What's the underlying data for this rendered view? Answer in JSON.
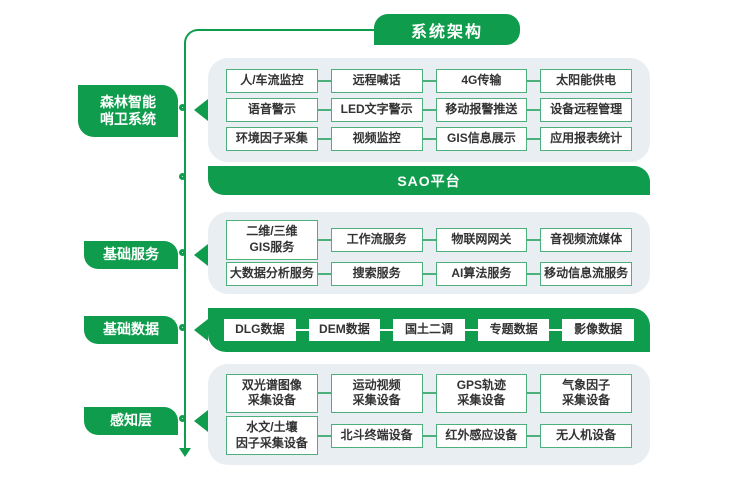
{
  "title": "系统架构",
  "sao_banner": "SAO平台",
  "sections": {
    "sentinel": {
      "label": "森林智能\n哨卫系统",
      "rows": [
        [
          "人/车流监控",
          "远程喊话",
          "4G传输",
          "太阳能供电"
        ],
        [
          "语音警示",
          "LED文字警示",
          "移动报警推送",
          "设备远程管理"
        ],
        [
          "环境因子采集",
          "视频监控",
          "GIS信息展示",
          "应用报表统计"
        ]
      ]
    },
    "services": {
      "label": "基础服务",
      "rows": [
        [
          "二维/三维\nGIS服务",
          "工作流服务",
          "物联网网关",
          "音视频流媒体"
        ],
        [
          "大数据分析服务",
          "搜索服务",
          "AI算法服务",
          "移动信息流服务"
        ]
      ]
    },
    "base_data": {
      "label": "基础数据",
      "cells": [
        "DLG数据",
        "DEM数据",
        "国土二调",
        "专题数据",
        "影像数据"
      ]
    },
    "perception": {
      "label": "感知层",
      "rows": [
        [
          "双光谱图像\n采集设备",
          "运动视频\n采集设备",
          "GPS轨迹\n采集设备",
          "气象因子\n采集设备"
        ],
        [
          "水文/土壤\n因子采集设备",
          "北斗终端设备",
          "红外感应设备",
          "无人机设备"
        ]
      ]
    }
  },
  "colors": {
    "primary_green": "#0f9c4d",
    "box_border_green": "#4daf7c",
    "panel_gray": "#e9eef3",
    "text": "#333333"
  }
}
